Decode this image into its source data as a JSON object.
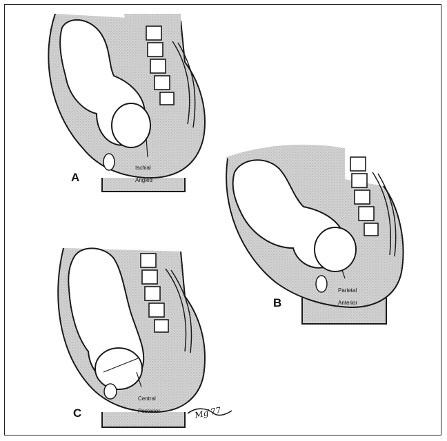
{
  "panels": [
    {
      "letter": "A",
      "label_line1": "Ischial",
      "label_line2": "Angled"
    },
    {
      "letter": "B",
      "label_line1": "Parietal",
      "label_line2": "Anterior"
    },
    {
      "letter": "C",
      "label_line1": "Central",
      "label_line2": "Posterior"
    }
  ],
  "signature": "Mg'77",
  "colors": {
    "shade": "#cfcfcf",
    "ink": "#1a1a1a",
    "paper": "#ffffff"
  }
}
